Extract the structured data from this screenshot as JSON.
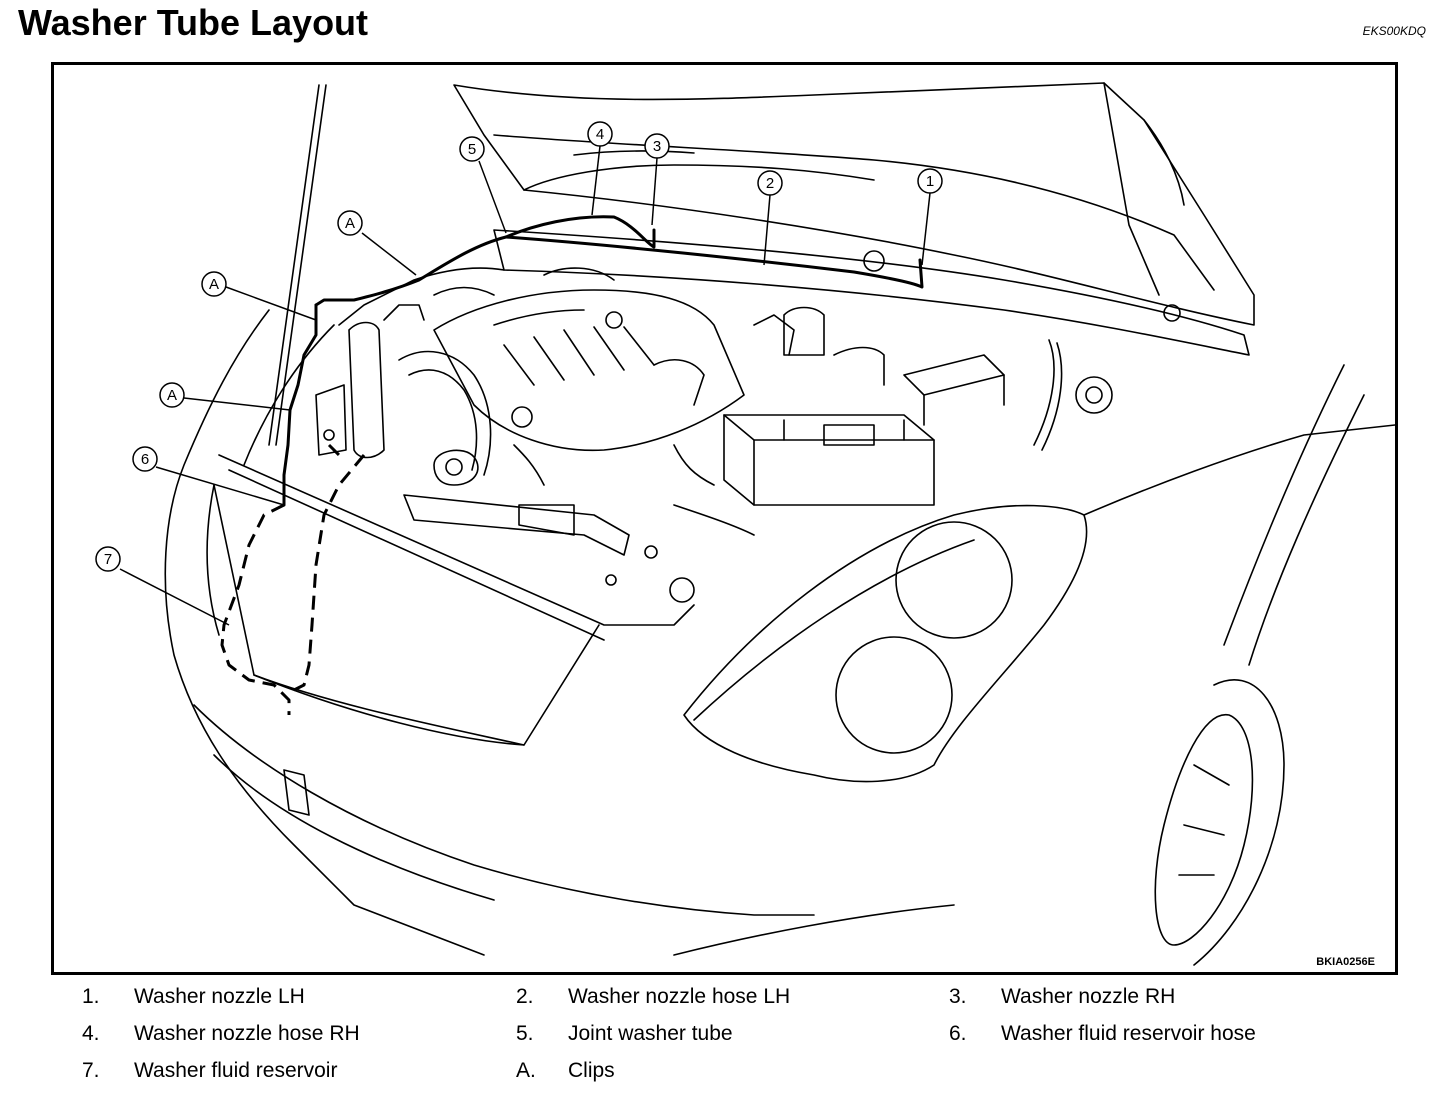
{
  "page": {
    "title": "Washer Tube Layout",
    "doc_code": "EKS00KDQ",
    "figure_code": "BKIA0256E"
  },
  "callouts": {
    "c1": "1",
    "c2": "2",
    "c3": "3",
    "c4": "4",
    "c5": "5",
    "c6": "6",
    "c7": "7",
    "cA1": "A",
    "cA2": "A",
    "cA3": "A"
  },
  "legend": [
    {
      "num": "1.",
      "text": "Washer nozzle LH"
    },
    {
      "num": "2.",
      "text": "Washer nozzle hose LH"
    },
    {
      "num": "3.",
      "text": "Washer nozzle RH"
    },
    {
      "num": "4.",
      "text": "Washer nozzle hose RH"
    },
    {
      "num": "5.",
      "text": "Joint washer tube"
    },
    {
      "num": "6.",
      "text": "Washer fluid reservoir hose"
    },
    {
      "num": "7.",
      "text": "Washer fluid reservoir"
    },
    {
      "num": "A.",
      "text": "Clips"
    }
  ]
}
